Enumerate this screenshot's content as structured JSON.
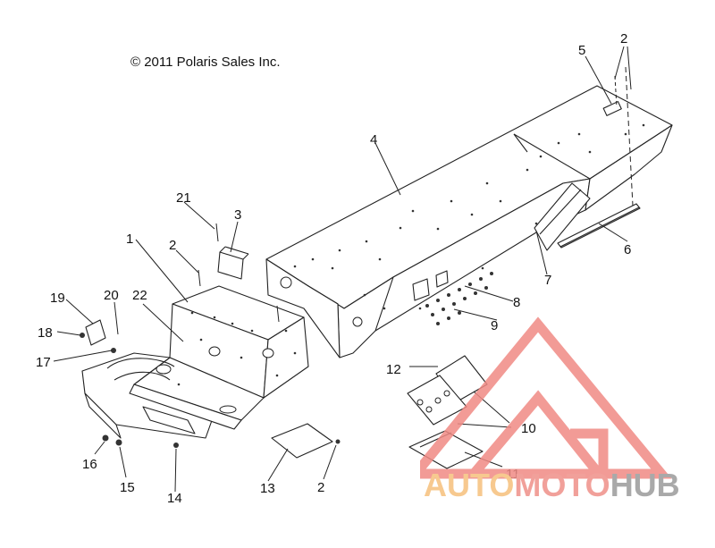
{
  "copyright": "© 2011 Polaris Sales Inc.",
  "callouts": [
    "1",
    "2",
    "2",
    "2",
    "3",
    "4",
    "5",
    "6",
    "7",
    "8",
    "9",
    "10",
    "11",
    "12",
    "13",
    "14",
    "15",
    "16",
    "17",
    "18",
    "19",
    "20",
    "21",
    "22"
  ],
  "watermark": {
    "part1": "AUTO",
    "part2": "MOTO",
    "part3": "HUB",
    "colors": {
      "auto": "#f7c98f",
      "moto": "#f1a09a",
      "hub": "#a9a9a9",
      "logo": "#f08a84"
    }
  }
}
